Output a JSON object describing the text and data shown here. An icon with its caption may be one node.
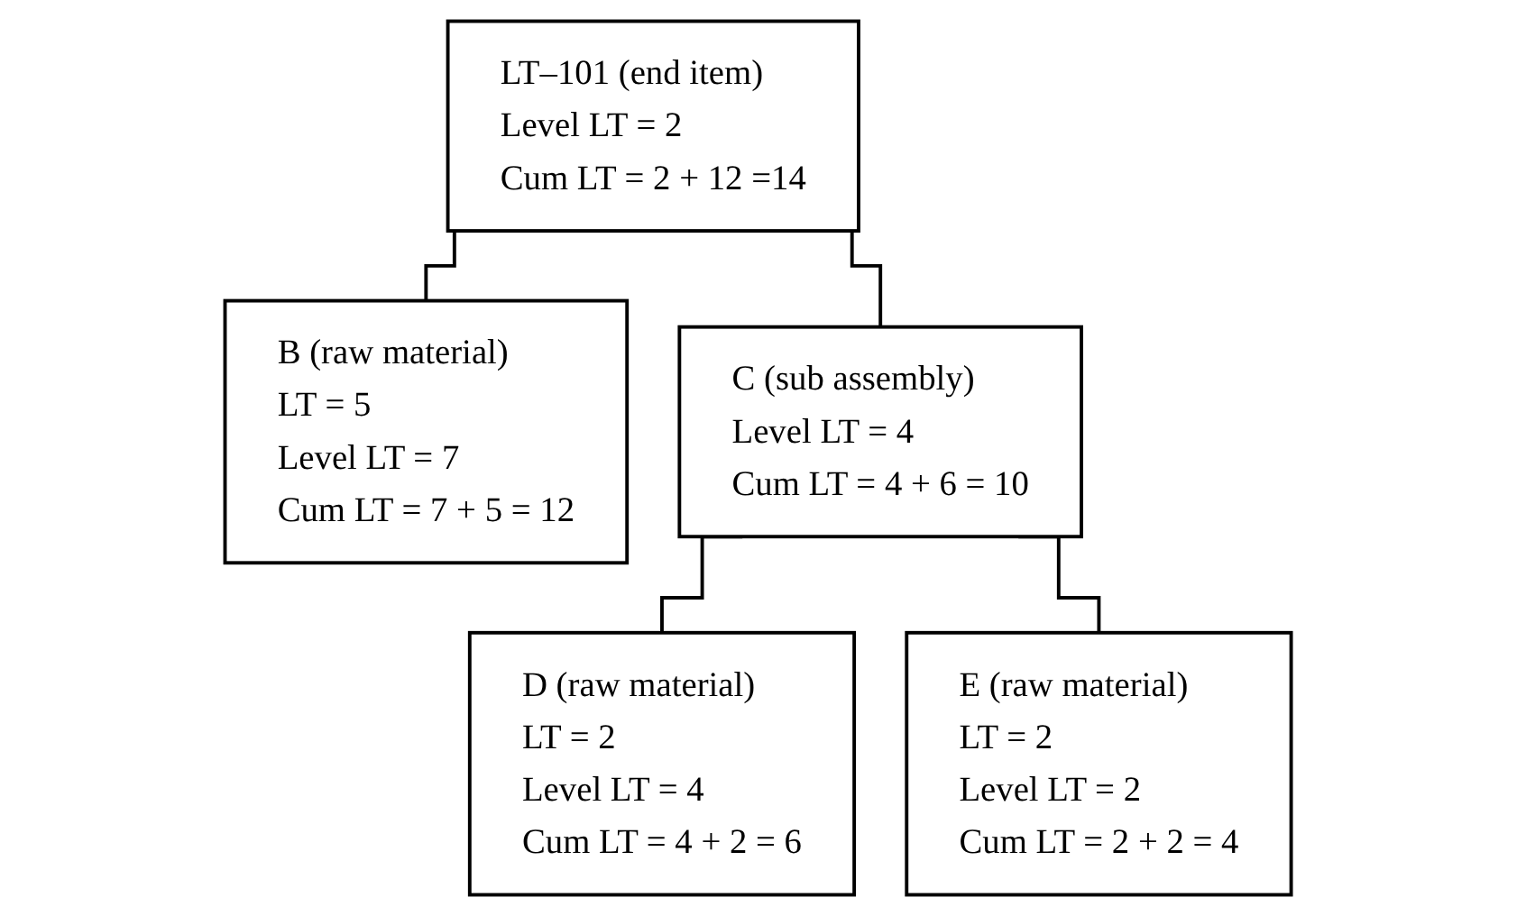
{
  "diagram": {
    "nodes": [
      {
        "text": [
          "LT–101 (end item)",
          "Level LT = 2",
          "Cum LT = 2 + 12 =14"
        ]
      },
      {
        "text": [
          "B (raw material)",
          "LT = 5",
          "Level LT = 7",
          "Cum LT = 7 + 5 = 12"
        ]
      },
      {
        "text": [
          "C (sub assembly)",
          "Level LT = 4",
          "Cum LT = 4 + 6 = 10"
        ]
      },
      {
        "text": [
          "D (raw material)",
          "LT = 2",
          "Level LT = 4",
          "Cum LT = 4 + 2 = 6"
        ]
      },
      {
        "text": [
          "E (raw material)",
          "LT = 2",
          "Level LT = 2",
          "Cum LT = 2 + 2 = 4"
        ]
      }
    ],
    "edges": [
      {
        "from": 0,
        "to": 1,
        "arrow": "none"
      },
      {
        "from": 0,
        "to": 2,
        "arrow": "none"
      },
      {
        "from": 2,
        "to": 3,
        "arrow": "none"
      },
      {
        "from": 2,
        "to": 4,
        "arrow": "none"
      }
    ]
  }
}
